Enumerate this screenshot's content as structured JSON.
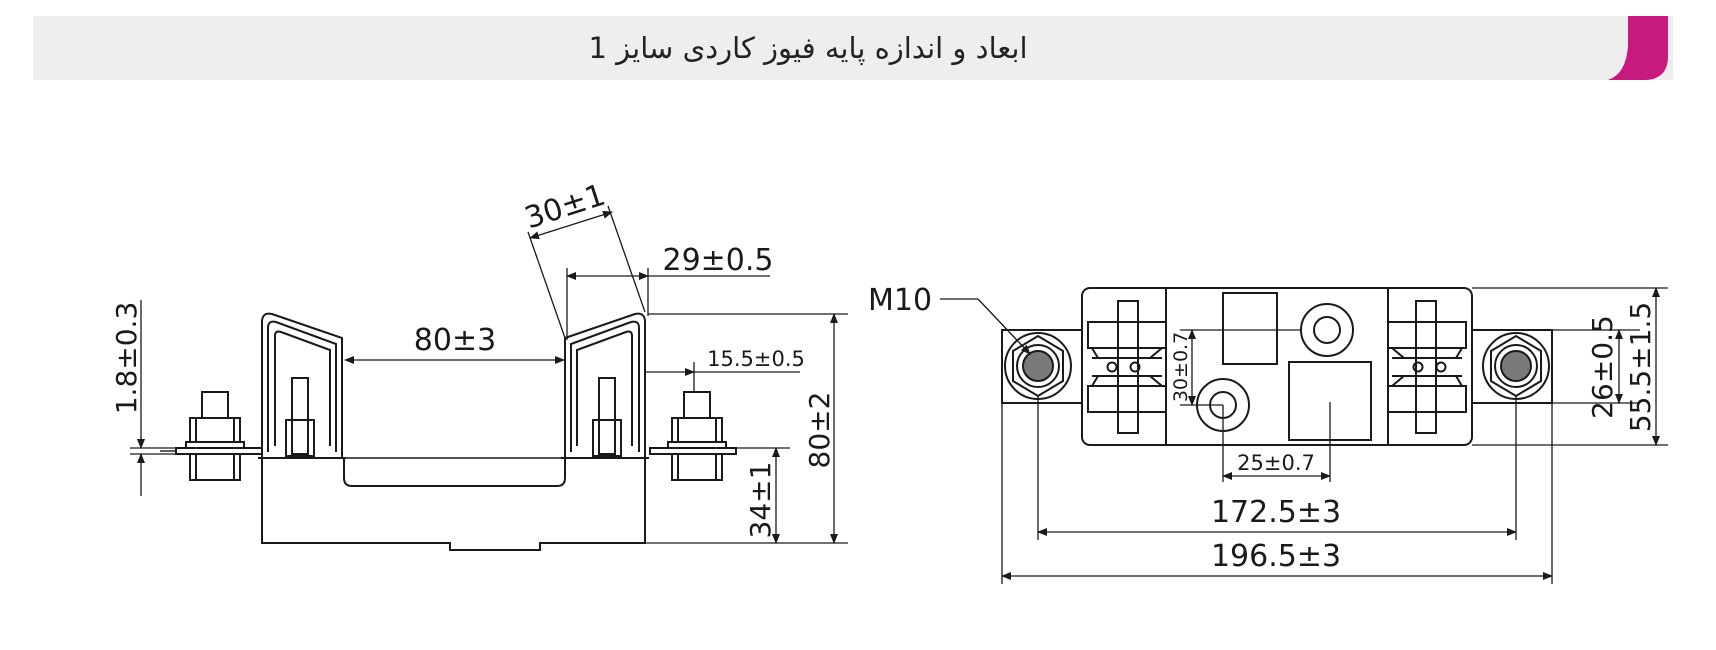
{
  "header": {
    "title": "ابعاد و اندازه پایه فیوز کاردی سایز 1",
    "accent_color": "#c8197f",
    "band_color": "#eeeeee"
  },
  "side_view": {
    "dims": {
      "d80": "80±3",
      "d30": "30±1",
      "d29": "29±0.5",
      "d155": "15.5±0.5",
      "d18": "1.8±0.3",
      "dh80": "80±2",
      "d34": "34±1"
    }
  },
  "top_view": {
    "dims": {
      "m10": "M10",
      "d30_07": "30±0.7",
      "d25": "25±0.7",
      "d26": "26±0.5",
      "d555": "55.5±1.5",
      "d1725": "172.5±3",
      "d1965": "196.5±3"
    }
  }
}
